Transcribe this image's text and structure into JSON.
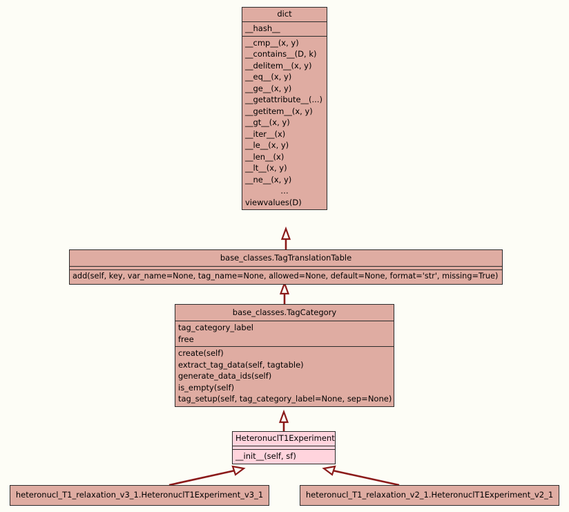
{
  "diagram": {
    "type": "uml-class-diagram",
    "background_color": "#fdfdf6",
    "class_fill_color": "#dfaca2",
    "highlight_fill_color": "#ffd4dd",
    "border_color": "#2b2b2b",
    "edge_color": "#8b1a1a"
  },
  "classes": {
    "dict": {
      "name": "dict",
      "attributes": [
        "__hash__"
      ],
      "methods": [
        "__cmp__(x, y)",
        "__contains__(D, k)",
        "__delitem__(x, y)",
        "__eq__(x, y)",
        "__ge__(x, y)",
        "__getattribute__(...)",
        "__getitem__(x, y)",
        "__gt__(x, y)",
        "__iter__(x)",
        "__le__(x, y)",
        "__len__(x)",
        "__lt__(x, y)",
        "__ne__(x, y)",
        "…",
        "viewvalues(D)"
      ]
    },
    "tag_translation_table": {
      "name": "base_classes.TagTranslationTable",
      "attributes": [],
      "methods": [
        "add(self, key, var_name=None, tag_name=None, allowed=None, default=None, format='str', missing=True)"
      ]
    },
    "tag_category": {
      "name": "base_classes.TagCategory",
      "attributes": [
        "tag_category_label",
        "free"
      ],
      "methods": [
        "create(self)",
        "extract_tag_data(self, tagtable)",
        "generate_data_ids(self)",
        "is_empty(self)",
        "tag_setup(self, tag_category_label=None, sep=None)"
      ]
    },
    "heteronucl_t1_experiment": {
      "name": "HeteronuclT1Experiment",
      "attributes": [],
      "methods": [
        "__init__(self, sf)"
      ],
      "highlighted": true
    },
    "subclass_v3": {
      "name": "heteronucl_T1_relaxation_v3_1.HeteronuclT1Experiment_v3_1",
      "attributes": [],
      "methods": []
    },
    "subclass_v2": {
      "name": "heteronucl_T1_relaxation_v2_1.HeteronuclT1Experiment_v2_1",
      "attributes": [],
      "methods": []
    }
  },
  "relations": [
    {
      "kind": "inheritance",
      "from": "base_classes.TagTranslationTable",
      "to": "dict"
    },
    {
      "kind": "inheritance",
      "from": "base_classes.TagCategory",
      "to": "base_classes.TagTranslationTable"
    },
    {
      "kind": "inheritance",
      "from": "HeteronuclT1Experiment",
      "to": "base_classes.TagCategory"
    },
    {
      "kind": "inheritance",
      "from": "heteronucl_T1_relaxation_v3_1.HeteronuclT1Experiment_v3_1",
      "to": "HeteronuclT1Experiment"
    },
    {
      "kind": "inheritance",
      "from": "heteronucl_T1_relaxation_v2_1.HeteronuclT1Experiment_v2_1",
      "to": "HeteronuclT1Experiment"
    }
  ]
}
